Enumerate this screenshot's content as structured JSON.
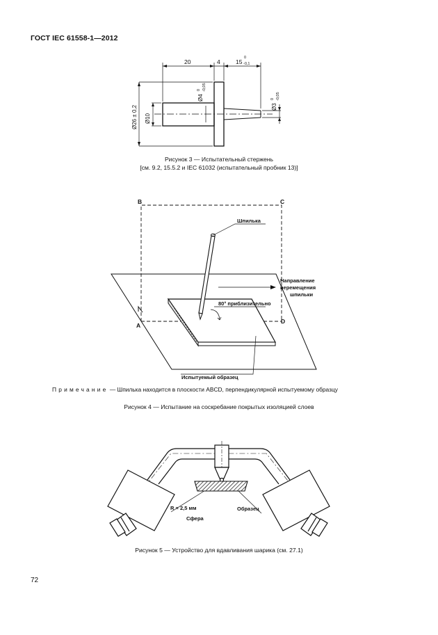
{
  "header": {
    "standard": "ГОСТ IEC 61558-1—2012"
  },
  "figure3": {
    "dims": {
      "len20": "20",
      "len4": "4",
      "len15": "15",
      "tol15_up": "0",
      "tol15_lo": "-0,1",
      "d4": "Ø4",
      "d4_up": "0",
      "d4_lo": "-0,05",
      "d3": "Ø3",
      "d3_up": "0",
      "d3_lo": "-0,05",
      "d10": "Ø10",
      "d26": "Ø26 ± 0,2"
    },
    "caption_line1": "Рисунок 3 — Испытательный стержень",
    "caption_line2": "[см. 9.2, 15.5.2 и IEC 61032 (испытательный пробник 13)]"
  },
  "figure4": {
    "labels": {
      "pin": "Шпилька",
      "direction1": "Направление",
      "direction2": "перемещения",
      "direction3": "шпильки",
      "angle": "80° приблизительно",
      "specimen": "Испытуемый образец",
      "A": "A",
      "B": "B",
      "C": "C",
      "D": "D"
    },
    "note_prefix": "Примечание",
    "note_text": "— Шпилька находится в плоскости ABCD, перпендикулярной испытуемому образцу",
    "caption": "Рисунок 4 — Испытание на соскребание покрытых изоляцией слоев"
  },
  "figure5": {
    "labels": {
      "radius": "R = 2,5 мм",
      "sphere": "Сфера",
      "sample": "Образец"
    },
    "caption": "Рисунок 5 — Устройство для вдавливания шарика (см. 27.1)"
  },
  "page_number": "72"
}
